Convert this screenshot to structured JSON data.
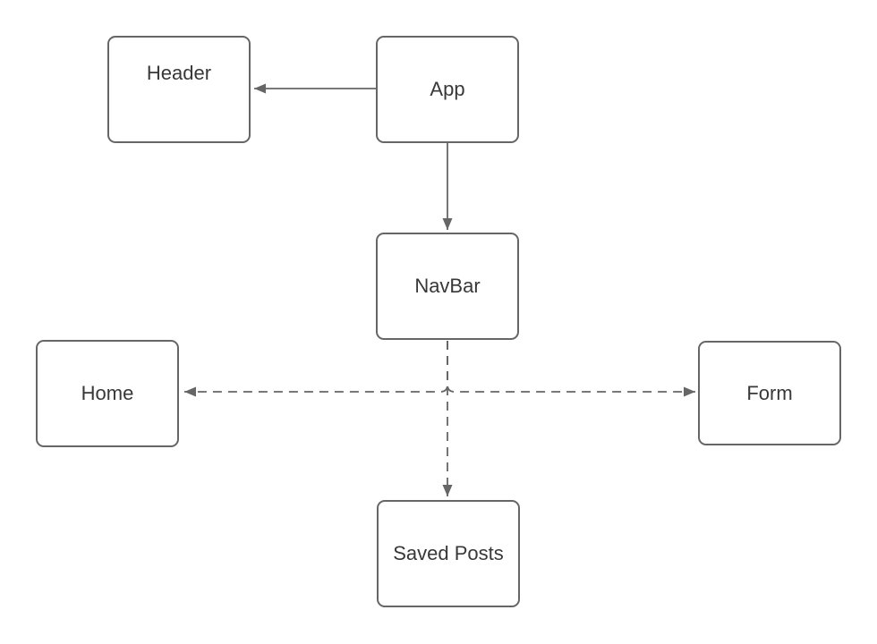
{
  "diagram": {
    "background_color": "#ffffff",
    "shape_fill_color": "#ffffff",
    "stroke_color": "#666666",
    "text_color": "#383838",
    "nodes": [
      {
        "id": "header",
        "label": "Header"
      },
      {
        "id": "app",
        "label": "App"
      },
      {
        "id": "navbar",
        "label": "NavBar"
      },
      {
        "id": "home",
        "label": "Home"
      },
      {
        "id": "form",
        "label": "Form"
      },
      {
        "id": "saved-posts",
        "label": "Saved Posts"
      }
    ],
    "edges": [
      {
        "from": "app",
        "to": "header",
        "style": "solid",
        "arrowhead": "filled-triangle"
      },
      {
        "from": "app",
        "to": "navbar",
        "style": "solid",
        "arrowhead": "filled-triangle"
      },
      {
        "from": "navbar",
        "to": "home",
        "style": "dashed",
        "arrowhead": "filled-triangle"
      },
      {
        "from": "navbar",
        "to": "form",
        "style": "dashed",
        "arrowhead": "filled-triangle"
      },
      {
        "from": "navbar",
        "to": "saved-posts",
        "style": "dashed",
        "arrowhead": "filled-triangle"
      }
    ]
  }
}
